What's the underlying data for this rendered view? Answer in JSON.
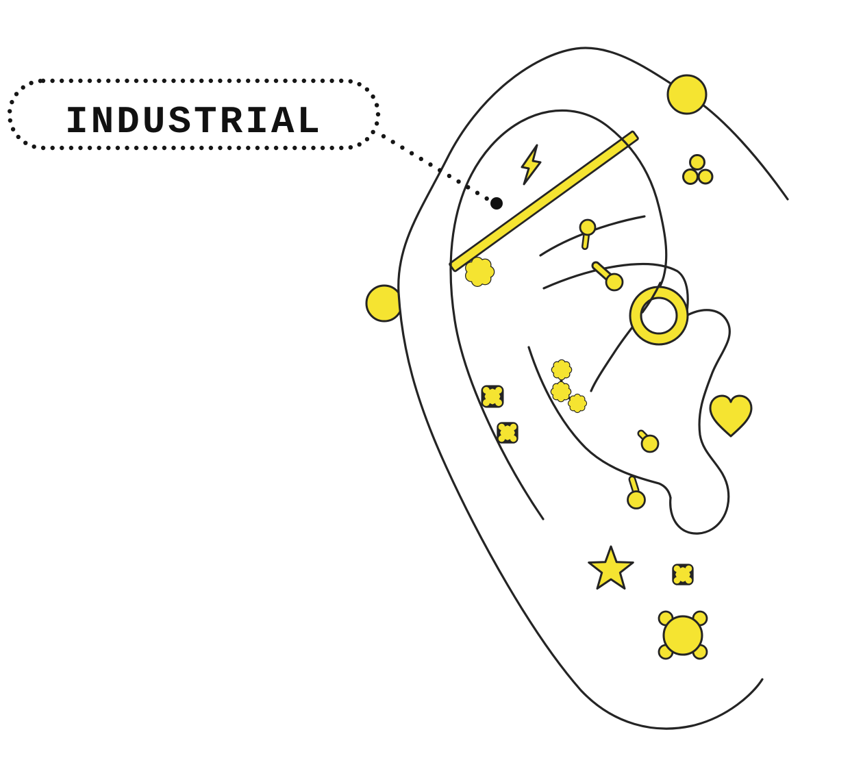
{
  "label": {
    "text": "INDUSTRIAL"
  },
  "colors": {
    "accent": "#F5E431",
    "outline": "#242424",
    "background": "#FFFFFF",
    "text": "#111111"
  },
  "illustration": {
    "subject": "ear piercing diagram",
    "annotation": {
      "text": "INDUSTRIAL",
      "style": "dotted-pill-callout",
      "points_to": "industrial-barbell",
      "leader": "dotted-line-ending-in-black-dot"
    },
    "piercings": [
      {
        "name": "helix-ball-top",
        "shape": "large circle on upper helix rim"
      },
      {
        "name": "forward-helix-ball-left",
        "shape": "circle tucked behind left helix edge"
      },
      {
        "name": "industrial-barbell",
        "shape": "long diagonal bar across upper cartilage"
      },
      {
        "name": "flower-burst-end",
        "shape": "scalloped flower at lower end of industrial bar"
      },
      {
        "name": "lightning-bolt-stud",
        "shape": "lightning bolt"
      },
      {
        "name": "trinity-cluster-stud",
        "shape": "three small touching balls"
      },
      {
        "name": "rook-stud",
        "shape": "ball stud with stem on rook ridge"
      },
      {
        "name": "snug-barbell",
        "shape": "angled ball barbell"
      },
      {
        "name": "daith-hoop",
        "shape": "thick ring threaded on inner fold"
      },
      {
        "name": "gear-trio-stud",
        "shape": "three linked cog/flower studs"
      },
      {
        "name": "square-gem-stud-upper",
        "shape": "square prong-set gem"
      },
      {
        "name": "square-gem-stud-lower",
        "shape": "square prong-set gem"
      },
      {
        "name": "conch-stud",
        "shape": "ball stud with stem"
      },
      {
        "name": "antitragus-stud",
        "shape": "ball stud with stem"
      },
      {
        "name": "heart-stud",
        "shape": "heart"
      },
      {
        "name": "star-stud",
        "shape": "five point star"
      },
      {
        "name": "small-square-gem-stud",
        "shape": "small square prong-set gem"
      },
      {
        "name": "round-prong-gem-stud",
        "shape": "large round gem with four prongs"
      }
    ]
  }
}
